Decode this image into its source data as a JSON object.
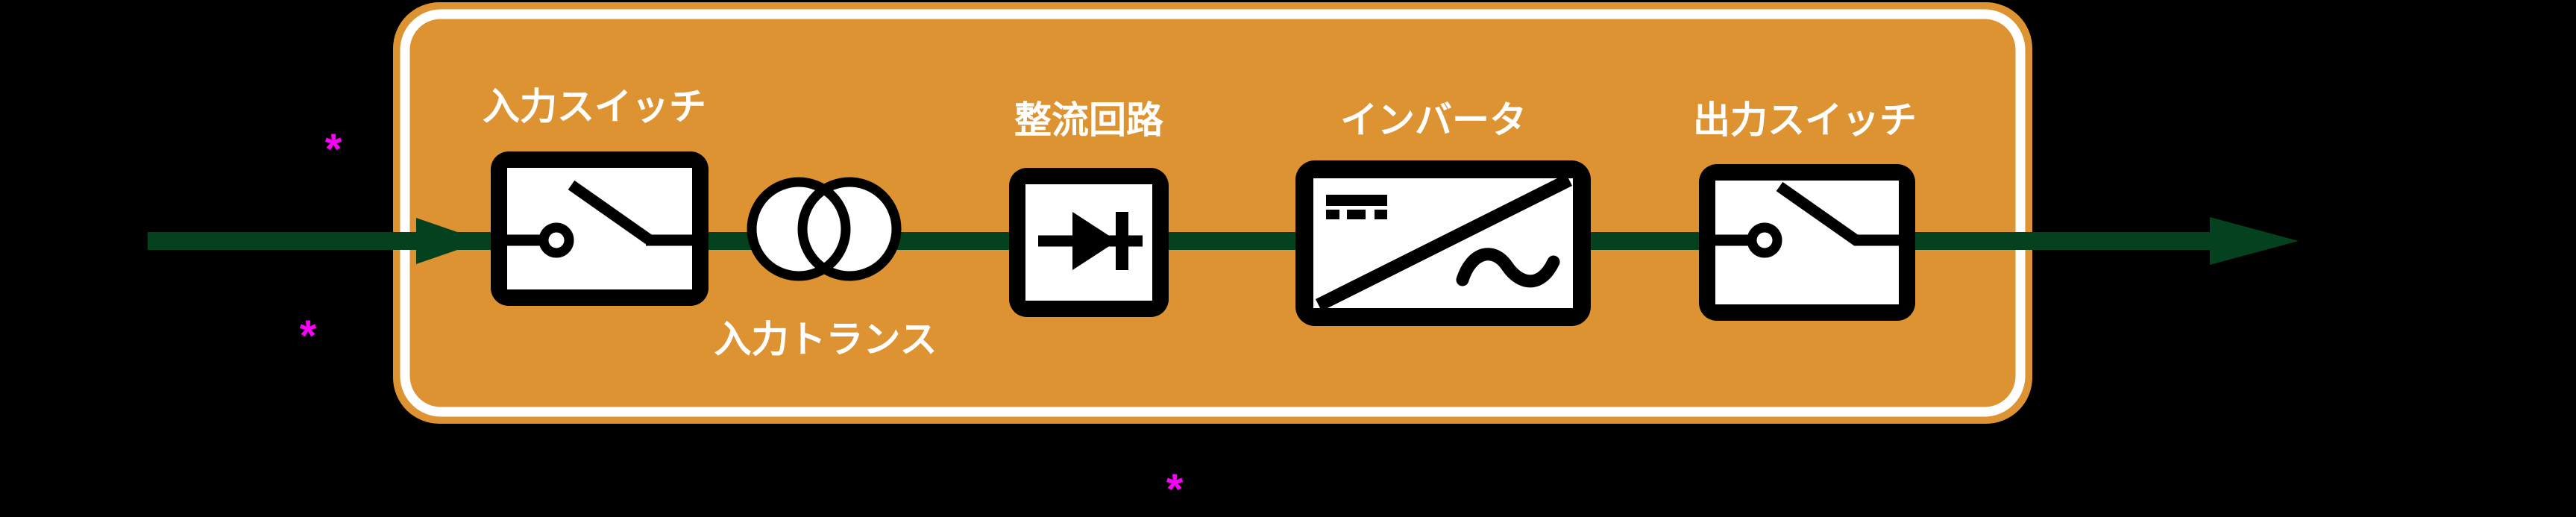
{
  "diagram": {
    "type": "block-diagram",
    "subject": "UPS power flow",
    "background_color": "#000000",
    "panel": {
      "fill_color": "#dd9331",
      "inner_border_color": "#ffffff"
    },
    "flow": {
      "color": "#04411e",
      "direction": "left-to-right"
    },
    "components": {
      "input_switch": {
        "label": "入力スイッチ",
        "symbol": "open-switch"
      },
      "input_transformer": {
        "label": "入力トランス",
        "symbol": "two-overlapping-circles"
      },
      "rectifier": {
        "label": "整流回路",
        "symbol": "diode"
      },
      "inverter": {
        "label": "インバータ",
        "symbol": "dc-to-ac-box"
      },
      "output_switch": {
        "label": "出力スイッチ",
        "symbol": "open-switch"
      }
    },
    "markers": {
      "color": "#fa00fa",
      "items": [
        "*",
        "*",
        "*"
      ]
    }
  }
}
